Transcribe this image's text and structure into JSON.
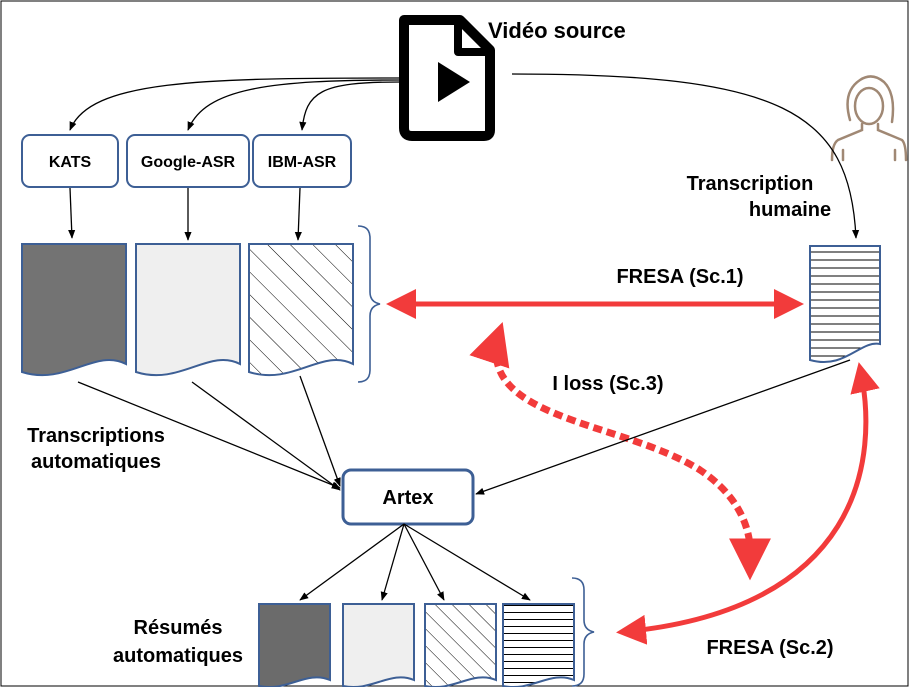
{
  "diagram": {
    "source_label": "Vidéo source",
    "asr_boxes": [
      "KATS",
      "Google-ASR",
      "IBM-ASR"
    ],
    "human_label": [
      "Transcription",
      "humaine"
    ],
    "auto_label": [
      "Transcriptions",
      "automatiques"
    ],
    "summarizer": "Artex",
    "summaries_label": [
      "Résumés",
      "automatiques"
    ],
    "edges": {
      "fresa1": "FRESA  (Sc.1)",
      "fresa2": "FRESA (Sc.2)",
      "iloss": "I loss (Sc.3)"
    },
    "colors": {
      "box_border": "#3d5f95",
      "doc_dark": "#737373",
      "doc_darker": "#6b6b6b",
      "doc_light": "#efefef",
      "arrow_red": "#f23b3b",
      "person": "#a08874"
    }
  }
}
